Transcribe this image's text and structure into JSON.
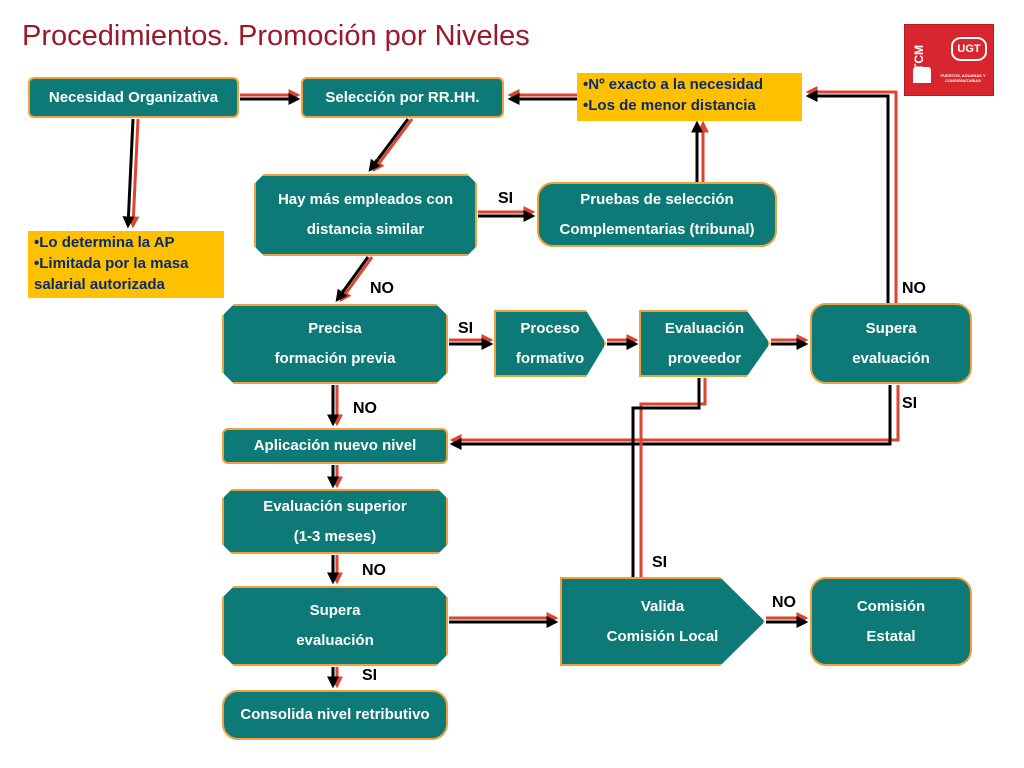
{
  "title": "Procedimientos. Promoción por Niveles",
  "logo": {
    "name": "TCM",
    "brand": "UGT",
    "subtitle": "PUERTOS, ADUANAS Y CONSIGNATARIAS"
  },
  "colors": {
    "node_fill": "#0d7a77",
    "node_border": "#f0a13a",
    "note_fill": "#ffc000",
    "arrow_red": "#e0432f",
    "arrow_black": "#000000",
    "title": "#9b1a2a"
  },
  "nodes": {
    "necesidad": {
      "lines": [
        "Necesidad Organizativa"
      ]
    },
    "seleccion": {
      "lines": [
        "Selección por RR.HH."
      ]
    },
    "hay_mas": {
      "lines": [
        "Hay más empleados con",
        "distancia similar"
      ]
    },
    "pruebas": {
      "lines": [
        "Pruebas de selección",
        "Complementarias (tribunal)"
      ]
    },
    "precisa": {
      "lines": [
        "Precisa",
        "formación previa"
      ]
    },
    "proceso": {
      "lines": [
        "Proceso",
        "formativo"
      ]
    },
    "eval_proveedor": {
      "lines": [
        "Evaluación",
        "proveedor"
      ]
    },
    "supera_top": {
      "lines": [
        "Supera",
        "evaluación"
      ]
    },
    "aplicacion": {
      "lines": [
        "Aplicación nuevo nivel"
      ]
    },
    "eval_superior": {
      "lines": [
        "Evaluación superior",
        "(1-3 meses)"
      ]
    },
    "supera_bottom": {
      "lines": [
        "Supera",
        "evaluación"
      ]
    },
    "valida": {
      "lines": [
        "Valida",
        "Comisión Local"
      ]
    },
    "comision": {
      "lines": [
        "Comisión",
        "Estatal"
      ]
    },
    "consolida": {
      "lines": [
        "Consolida nivel retributivo"
      ]
    }
  },
  "notes": {
    "criteria": {
      "lines": [
        "•Nº exacto a la necesidad",
        "•Los de menor distancia"
      ]
    },
    "ap": {
      "lines": [
        "•Lo determina la AP",
        "•Limitada por la masa",
        "  salarial autorizada"
      ]
    }
  },
  "labels": {
    "si_pruebas": "SI",
    "no_precisa": "NO",
    "si_proceso": "SI",
    "no_supera_top": "NO",
    "si_supera_top": "SI",
    "no_aplicacion": "NO",
    "no_supera_bottom": "NO",
    "si_consolida": "SI",
    "si_valida": "SI",
    "no_comision": "NO"
  }
}
